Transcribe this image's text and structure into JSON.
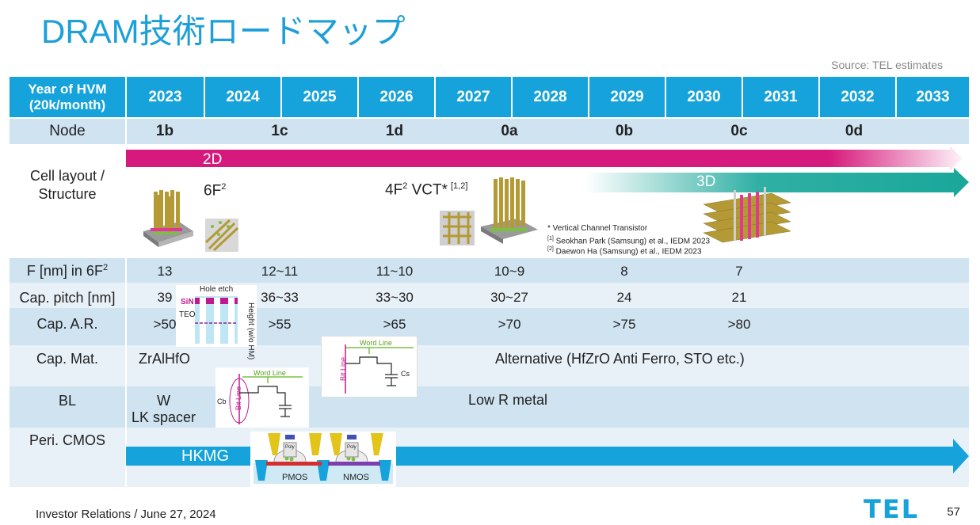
{
  "title": "DRAM技術ロードマップ",
  "source": "Source: TEL estimates",
  "header": {
    "label_line1": "Year of HVM",
    "label_line2": "(20k/month)",
    "years": [
      "2023",
      "2024",
      "2025",
      "2026",
      "2027",
      "2028",
      "2029",
      "2030",
      "2031",
      "2032",
      "2033"
    ]
  },
  "node": {
    "label": "Node",
    "values": [
      "1b",
      "1c",
      "1d",
      "0a",
      "0b",
      "0c",
      "0d"
    ]
  },
  "cell_layout": {
    "label_line1": "Cell layout /",
    "label_line2": "Structure",
    "arrow_2d": "2D",
    "arrow_3d": "3D",
    "label_6f2": "6F",
    "sup_2": "2",
    "label_4f2_a": "4F",
    "label_4f2_b": " VCT*",
    "ref_12": "[1,2]",
    "note_vct": "* Vertical Channel Transistor",
    "ref1_mark": "[1]",
    "ref1_text": "Seokhan Park (Samsung) et al., IEDM 2023",
    "ref2_mark": "[2]",
    "ref2_text": "Daewon Ha (Samsung) et al., IEDM 2023"
  },
  "f_nm": {
    "label": "F [nm] in 6F",
    "values": [
      "13",
      "12~11",
      "11~10",
      "10~9",
      "8",
      "7"
    ]
  },
  "cap_pitch": {
    "label": "Cap. pitch [nm]",
    "values": [
      "39",
      "36~33",
      "33~30",
      "30~27",
      "24",
      "21"
    ]
  },
  "cap_ar": {
    "label": "Cap. A.R.",
    "values": [
      ">50",
      ">55",
      ">65",
      ">70",
      ">75",
      ">80"
    ]
  },
  "cap_diagram": {
    "hole_etch": "Hole etch",
    "sin": "SiN",
    "teos": "TEOS",
    "height1": "Height",
    "height2": "(w/o HM)"
  },
  "cap_mat": {
    "label": "Cap. Mat.",
    "value_a": "ZrAlHfO",
    "value_b": "Alternative (HfZrO Anti Ferro, STO etc.)"
  },
  "circuit": {
    "word_line": "Word Line",
    "bit_line": "Bit Line",
    "cs": "Cs",
    "cb": "Cb"
  },
  "bl": {
    "label": "BL",
    "value_a1": "W",
    "value_a2": "LK spacer",
    "value_b": "Low R metal"
  },
  "peri": {
    "label": "Peri. CMOS",
    "arrow": "HKMG",
    "pmos": "PMOS",
    "nmos": "NMOS",
    "poly": "Poly"
  },
  "footer": "Investor Relations / June 27, 2024",
  "page": "57",
  "logo": "TEL",
  "colors": {
    "brand": "#16a3db",
    "magenta": "#d6197c",
    "teal": "#19a79a",
    "light_band": "#cfe3f1"
  }
}
